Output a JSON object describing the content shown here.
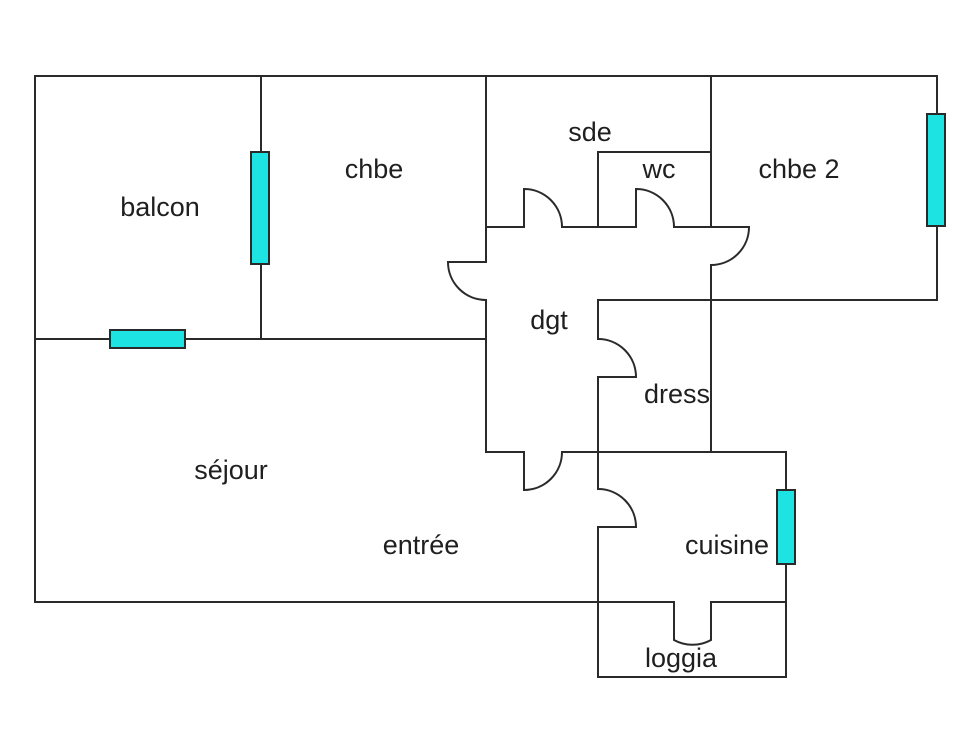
{
  "rooms": {
    "balcon": "balcon",
    "chbe": "chbe",
    "sde": "sde",
    "wc": "wc",
    "chbe2": "chbe 2",
    "dgt": "dgt",
    "dress": "dress",
    "sejour": "séjour",
    "entree": "entrée",
    "cuisine": "cuisine",
    "loggia": "loggia"
  },
  "colors": {
    "wall": "#2a2a2a",
    "window": "#1ee3e3",
    "background": "#ffffff"
  }
}
